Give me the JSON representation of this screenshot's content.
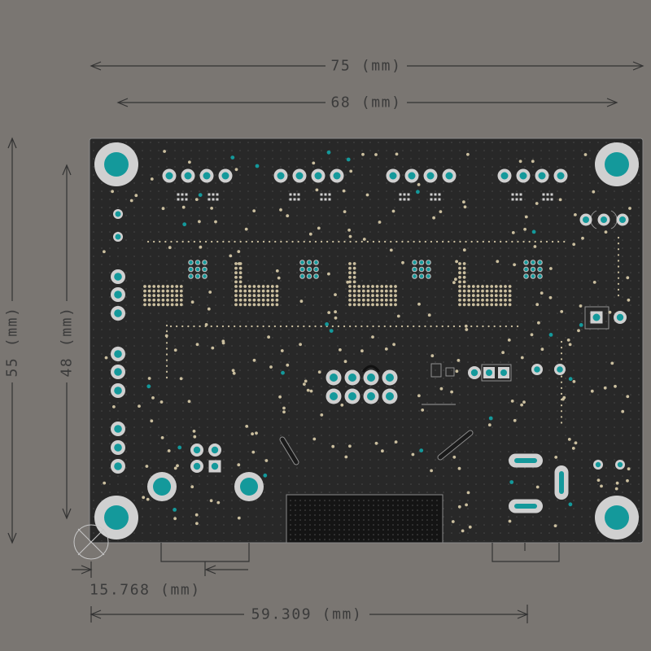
{
  "colors": {
    "canvas_background": "#7a7672",
    "board": "#282828",
    "pad_ring": "#d0d0d0",
    "drill_hole": "#14999b",
    "via": "#cbbf9f",
    "dimension_line": "#333333",
    "dimension_text": "#3b3b3b"
  },
  "dimensions": {
    "board_width": "75 (mm)",
    "hole_spacing_horizontal": "68 (mm)",
    "board_height": "55 (mm)",
    "hole_spacing_vertical": "48 (mm)",
    "left_connector_offset": "15.768 (mm)",
    "right_connector_offset": "59.309 (mm)"
  }
}
